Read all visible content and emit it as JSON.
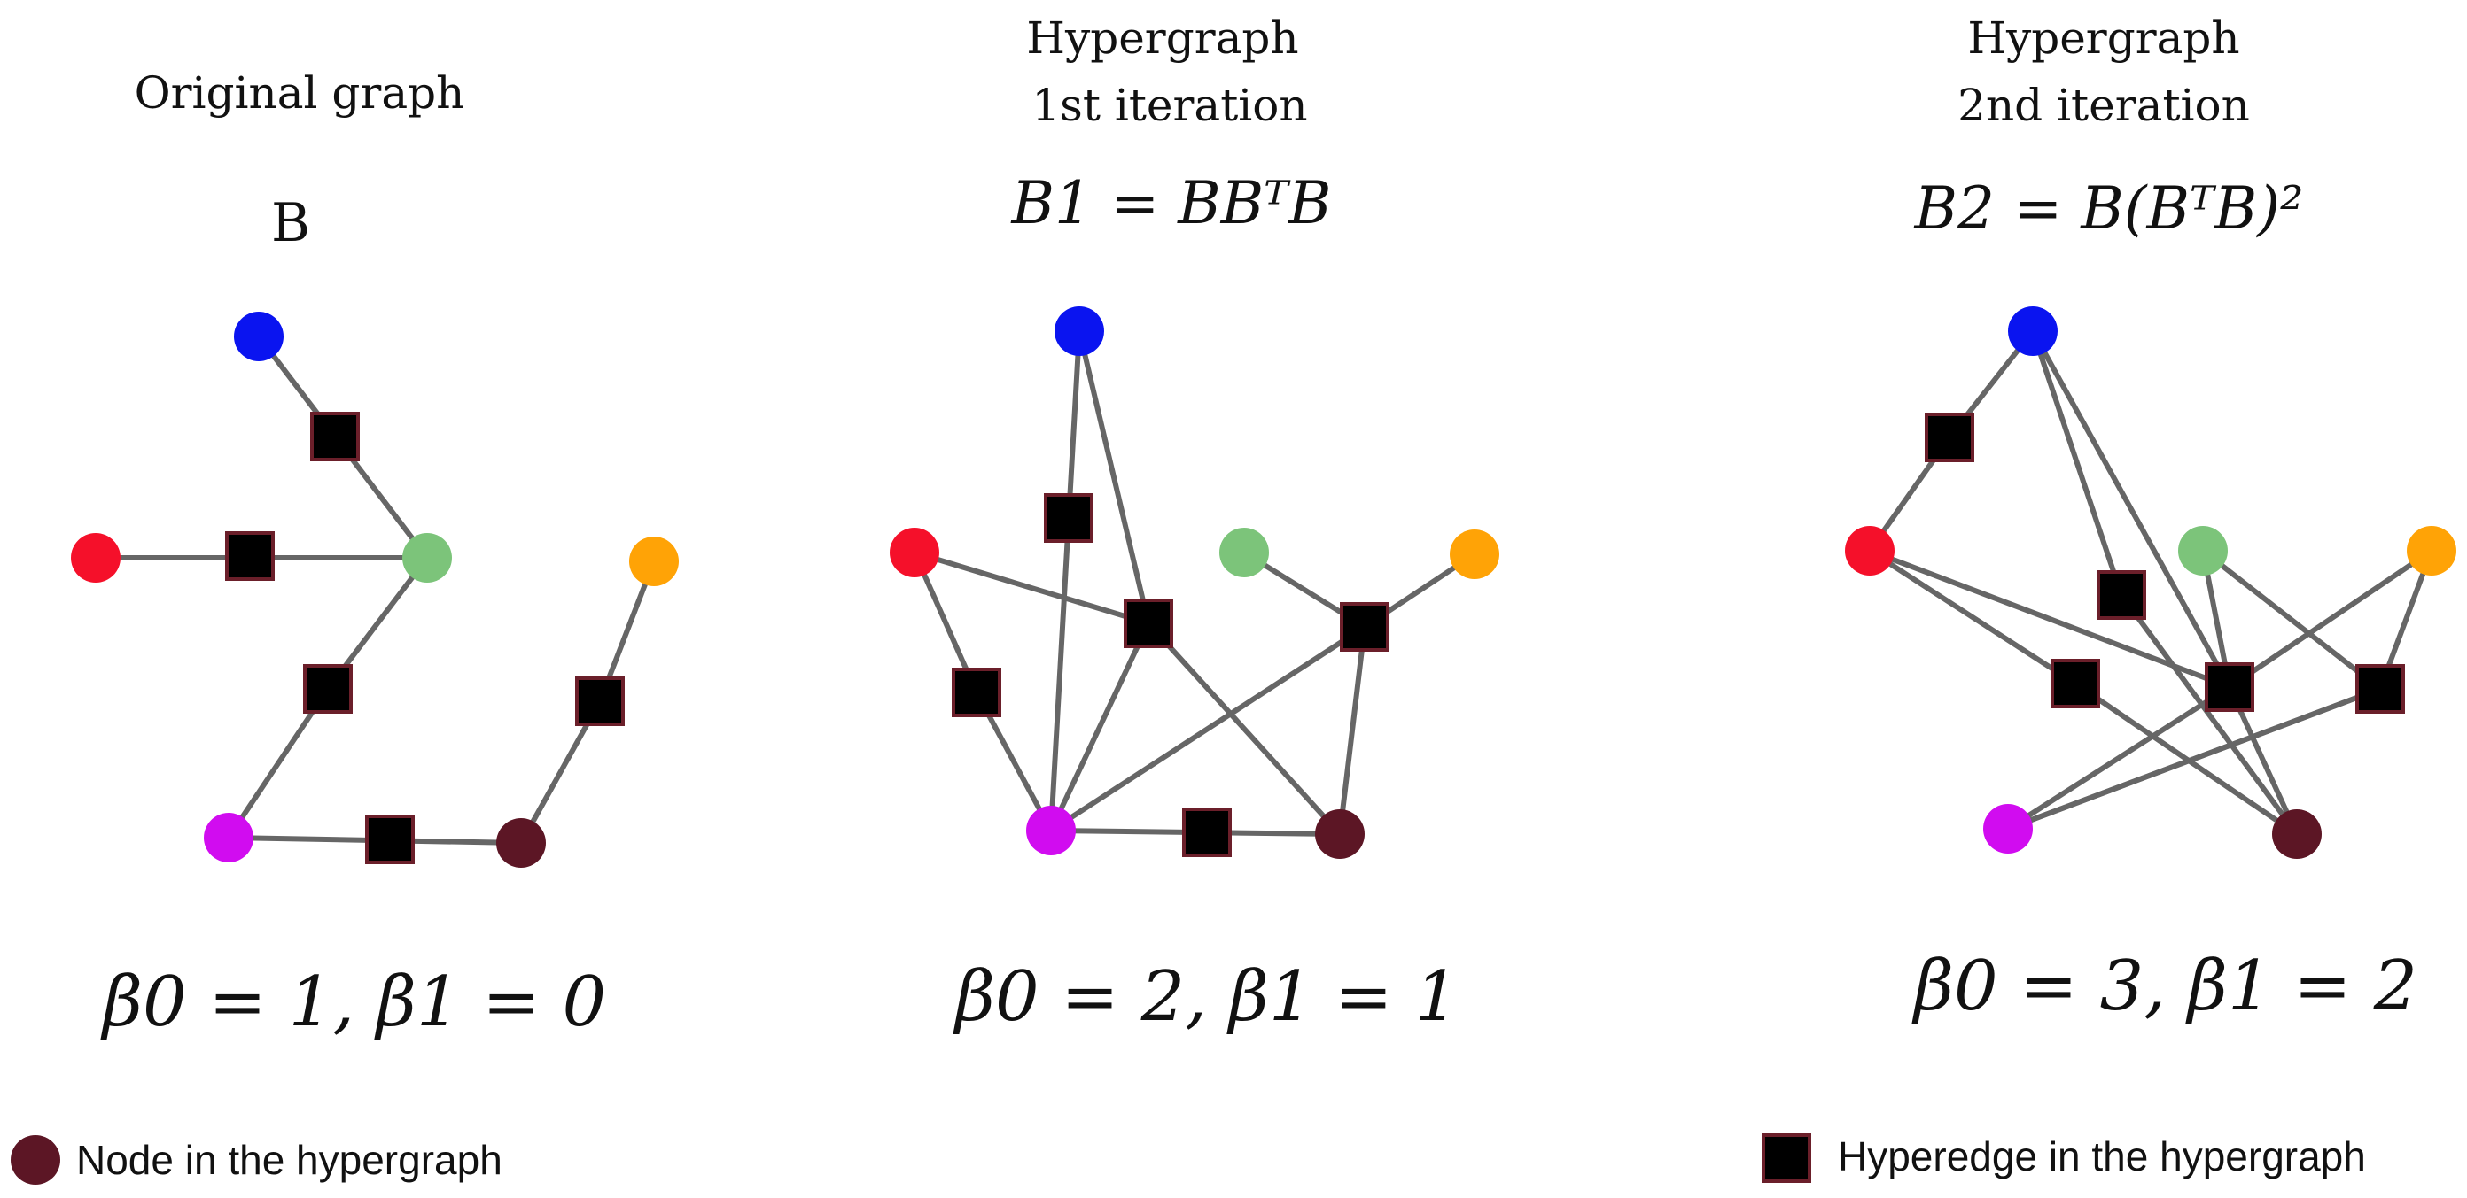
{
  "colors": {
    "blue": "#0a14f0",
    "red": "#f5102a",
    "green": "#7cc47a",
    "orange": "#ffa306",
    "purple": "#d10cf0",
    "maroon": "#5c1625",
    "hyperedge_fill": "#000000",
    "edge": "#666666"
  },
  "panels": [
    {
      "title_lines": [
        "Original graph"
      ],
      "matrix_label": "B",
      "betti": "β0 = 1, β1 = 0"
    },
    {
      "title_lines": [
        "Hypergraph",
        "1st iteration"
      ],
      "matrix_label": "B1 = BBᵀB",
      "betti": "β0 = 2, β1 = 1"
    },
    {
      "title_lines": [
        "Hypergraph",
        "2nd iteration"
      ],
      "matrix_label": "B2 = B(BᵀB)²",
      "betti": "β0 = 3, β1 = 2"
    }
  ],
  "legend": {
    "node_label": "Node in the hypergraph",
    "hyperedge_label": "Hyperedge in the hypergraph"
  }
}
